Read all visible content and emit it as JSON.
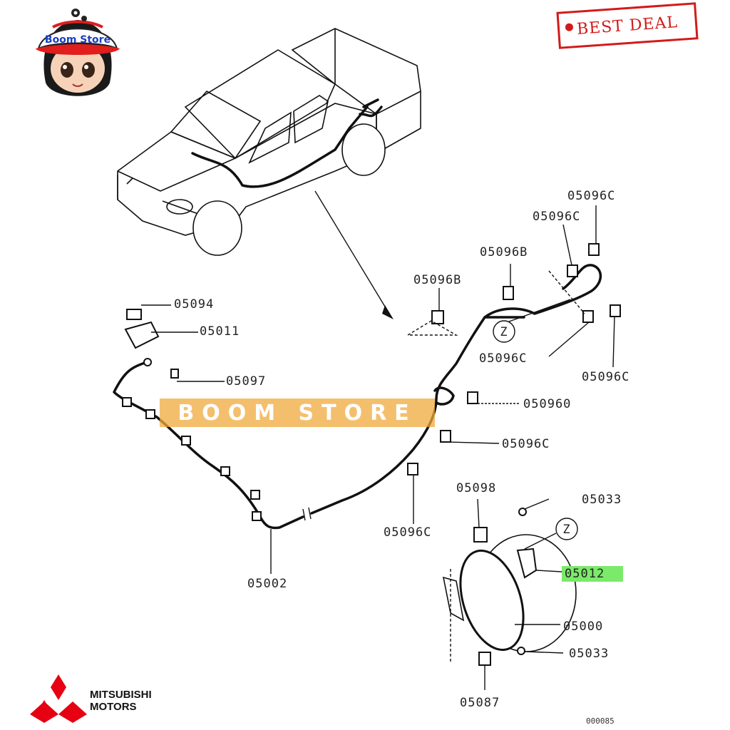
{
  "store_logo": {
    "text": "Boom Store"
  },
  "badge": {
    "text": "BEST DEAL",
    "color": "#d31a1a"
  },
  "watermark": {
    "text": "BOOM STORE"
  },
  "brand": {
    "line1": "MITSUBISHI",
    "line2": "MOTORS",
    "color": "#e60012"
  },
  "figure_code": "000085",
  "highlight_color": "#7bea6a",
  "callouts": [
    {
      "id": "c1",
      "text": "05094"
    },
    {
      "id": "c2",
      "text": "05011"
    },
    {
      "id": "c3",
      "text": "05097"
    },
    {
      "id": "c4",
      "text": "05096B"
    },
    {
      "id": "c5",
      "text": "05096B"
    },
    {
      "id": "c6",
      "text": "05096C"
    },
    {
      "id": "c7",
      "text": "05096C"
    },
    {
      "id": "c8",
      "text": "05096C"
    },
    {
      "id": "c9",
      "text": "05096C"
    },
    {
      "id": "c10",
      "text": "050960"
    },
    {
      "id": "c11",
      "text": "05096C"
    },
    {
      "id": "c12",
      "text": "05096C"
    },
    {
      "id": "c13",
      "text": "05098"
    },
    {
      "id": "c14",
      "text": "05033"
    },
    {
      "id": "c15",
      "text": "05012"
    },
    {
      "id": "c16",
      "text": "05000"
    },
    {
      "id": "c17",
      "text": "05033"
    },
    {
      "id": "c18",
      "text": "05087"
    },
    {
      "id": "c19",
      "text": "05002"
    }
  ],
  "ref_markers": [
    {
      "text": "Z"
    },
    {
      "text": "Z"
    }
  ]
}
